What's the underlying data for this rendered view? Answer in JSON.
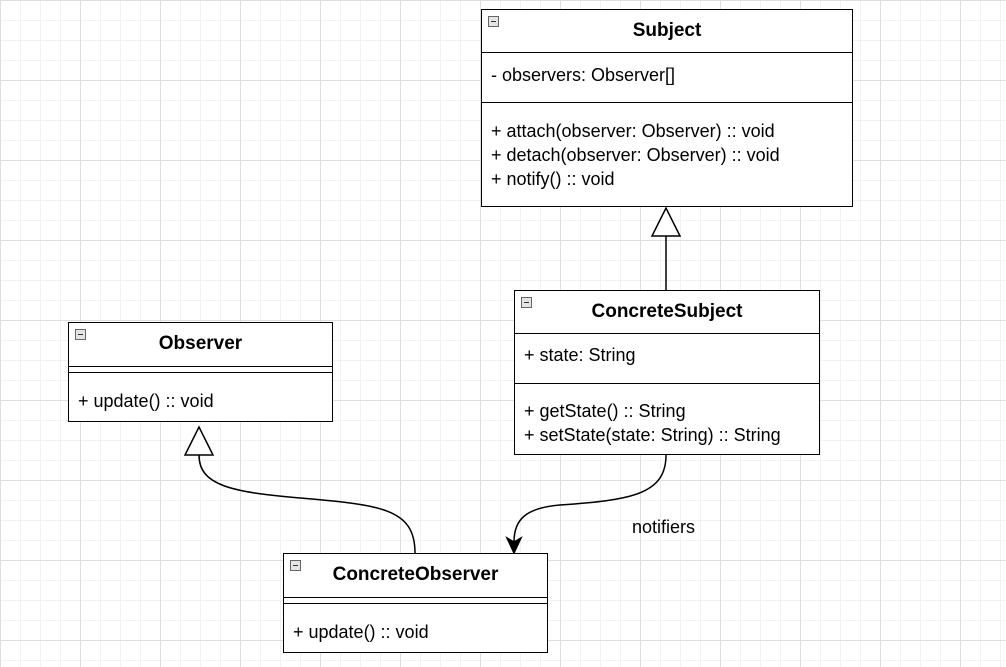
{
  "classes": {
    "subject": {
      "name": "Subject",
      "attributes": [
        "- observers: Observer[]"
      ],
      "operations": [
        "+ attach(observer: Observer) :: void",
        "+ detach(observer: Observer) :: void",
        "+ notify() :: void"
      ]
    },
    "concrete_subject": {
      "name": "ConcreteSubject",
      "attributes": [
        "+ state: String"
      ],
      "operations": [
        "+ getState() :: String",
        "+ setState(state: String) :: String"
      ]
    },
    "observer": {
      "name": "Observer",
      "attributes": [],
      "operations": [
        "+ update() :: void"
      ]
    },
    "concrete_observer": {
      "name": "ConcreteObserver",
      "attributes": [],
      "operations": [
        "+ update() :: void"
      ]
    }
  },
  "relations": {
    "notifiers_label": "notifiers"
  },
  "icons": {
    "collapse": "collapse-icon",
    "generalization_arrow": "hollow-triangle-arrow",
    "association_arrow": "filled-arrowhead"
  }
}
